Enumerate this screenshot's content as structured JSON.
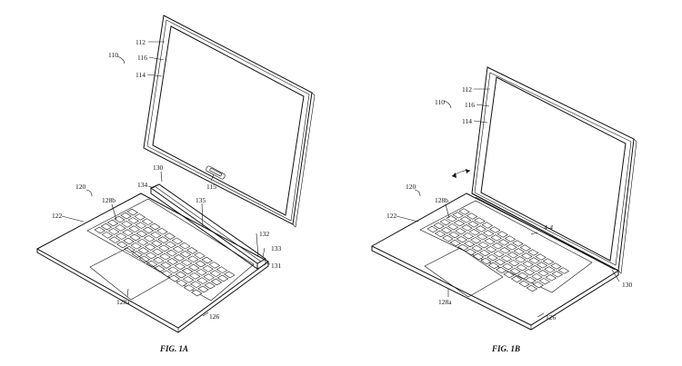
{
  "figures": [
    {
      "caption": "FIG. 1A",
      "labels": {
        "device": "110",
        "display_outer": "112",
        "display_bezel": "116",
        "display_screen": "114",
        "hinge_assembly": "130",
        "hinge_end": "134",
        "connector": "115",
        "hinge_bar": "135",
        "base": "120",
        "keyboard": "128b",
        "base_top": "122",
        "hinge_part_132": "132",
        "hinge_part_133": "133",
        "hinge_part_131": "131",
        "trackpad": "128a",
        "base_edge": "126"
      }
    },
    {
      "caption": "FIG. 1B",
      "labels": {
        "device": "110",
        "display_outer": "112",
        "display_bezel": "116",
        "display_screen": "114",
        "base": "120",
        "keyboard": "128b",
        "base_top": "122",
        "detail_ref": "4-4",
        "hinge_assembly": "130",
        "trackpad": "128a",
        "base_edge": "126"
      }
    }
  ]
}
